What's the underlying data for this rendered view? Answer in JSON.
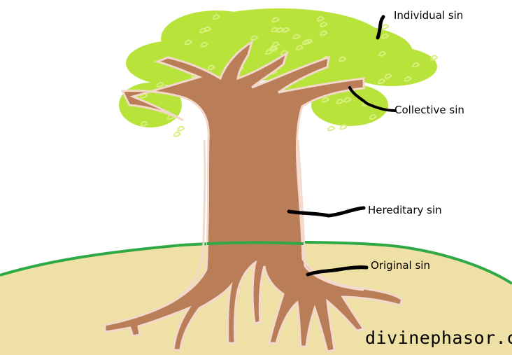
{
  "labels": {
    "individual": "Individual sin",
    "collective": "Collective sin",
    "hereditary": "Hereditary sin",
    "original": "Original sin"
  },
  "watermark": "divinephasor.com",
  "colors": {
    "ground": "#efe0a6",
    "grass_line": "#2fa846",
    "trunk": "#b97d58",
    "trunk_outline": "#f3d9cc",
    "leaves": "#b7e33a",
    "leaf_stroke": "#d9f07e",
    "pointer": "#000000"
  }
}
